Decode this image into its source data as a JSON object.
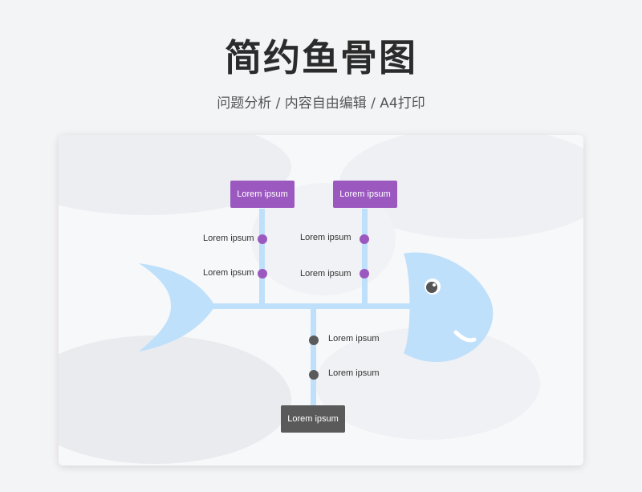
{
  "header": {
    "title": "简约鱼骨图",
    "subtitle": "问题分析 / 内容自由编辑 / A4打印"
  },
  "colors": {
    "fish": "#bfe0fb",
    "purple": "#9b59c0",
    "gray": "#5a5a5a"
  },
  "diagram": {
    "top_boxes": [
      "Lorem ipsum",
      "Lorem ipsum"
    ],
    "top_left_labels": [
      "Lorem ipsum",
      "Lorem ipsum"
    ],
    "top_right_labels": [
      "Lorem ipsum",
      "Lorem ipsum"
    ],
    "bottom_labels": [
      "Lorem ipsum",
      "Lorem ipsum"
    ],
    "bottom_box": "Lorem ipsum"
  }
}
